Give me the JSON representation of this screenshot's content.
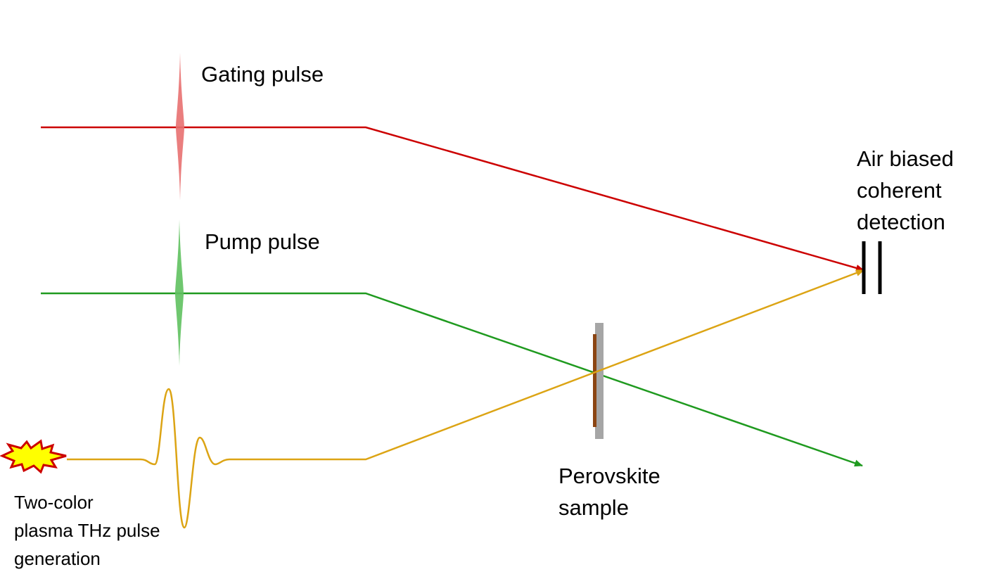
{
  "labels": {
    "gating": "Gating pulse",
    "pump": "Pump pulse",
    "detector": [
      "Air biased",
      "coherent",
      "detection"
    ],
    "sample": [
      "Perovskite",
      "sample"
    ],
    "source": [
      "Two-color",
      "plasma THz pulse",
      "generation"
    ]
  },
  "colors": {
    "gating": "#cc0000",
    "gating_pulse": "#e87070",
    "pump": "#1f9a1f",
    "pump_pulse": "#5fc15f",
    "thz": "#dca414",
    "sample_substrate": "#a6a6a6",
    "sample_film": "#8b4513",
    "detector": "#000000",
    "burst_fill": "#ffff00",
    "burst_edge": "#cc0000"
  }
}
